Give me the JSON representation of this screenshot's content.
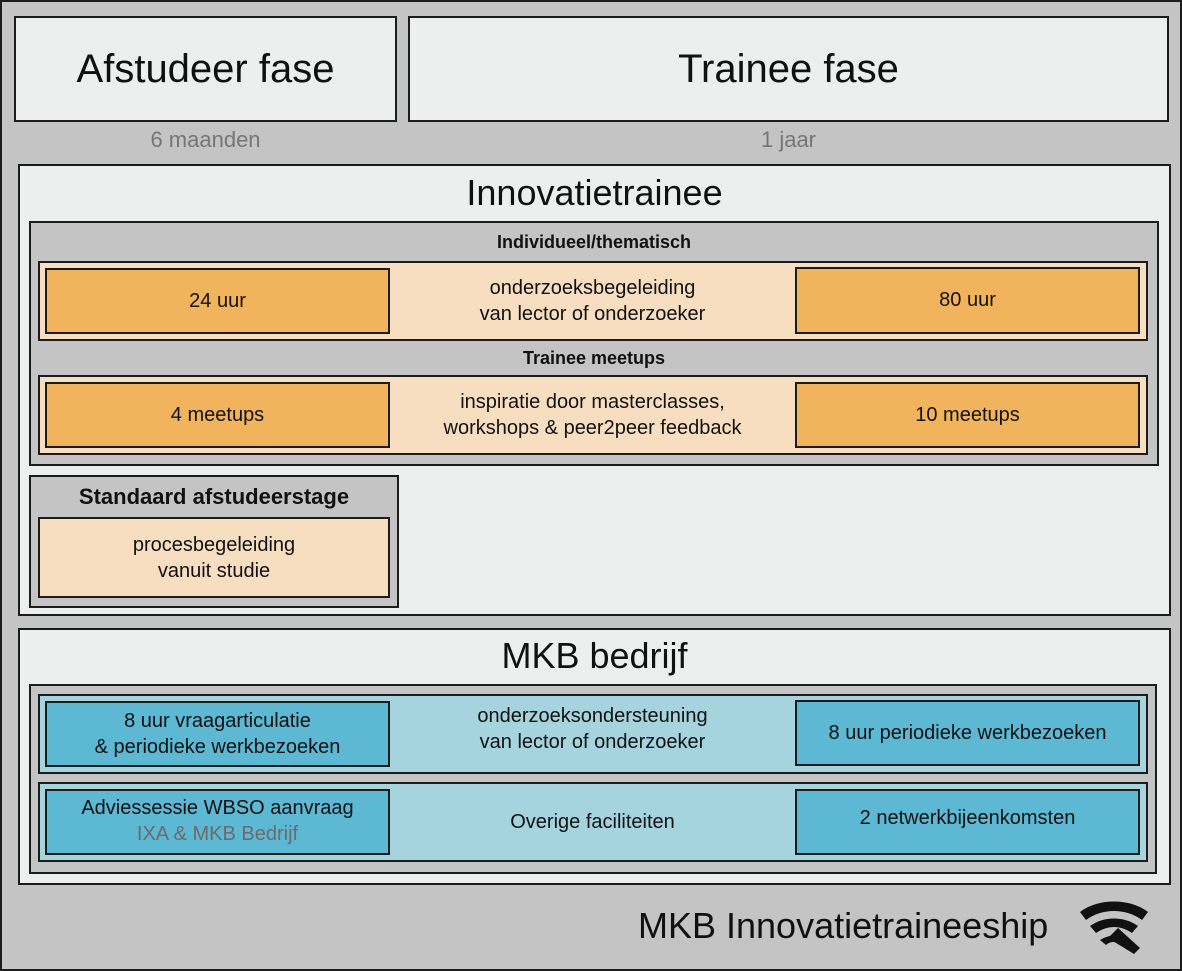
{
  "header": {
    "phase_left": "Afstudeer fase",
    "phase_right": "Trainee fase",
    "duration_left": "6 maanden",
    "duration_right": "1 jaar"
  },
  "innovatietrainee": {
    "title": "Innovatietrainee",
    "individual": {
      "title": "Individueel/thematisch",
      "left": "24 uur",
      "middle_line1": "onderzoeksbegeleiding",
      "middle_line2": "van lector of onderzoeker",
      "right": "80 uur"
    },
    "meetups": {
      "title": "Trainee meetups",
      "left": "4 meetups",
      "middle_line1": "inspiratie door masterclasses,",
      "middle_line2": "workshops  & peer2peer feedback",
      "right": "10 meetups"
    },
    "standard": {
      "title": "Standaard afstudeerstage",
      "line1": "procesbegeleiding",
      "line2": "vanuit studie"
    }
  },
  "mkb": {
    "title": "MKB bedrijf",
    "support": {
      "left_line1": "8 uur vraagarticulatie",
      "left_line2": "& periodieke werkbezoeken",
      "middle_line1": "onderzoeksondersteuning",
      "middle_line2": "van lector of onderzoeker",
      "right": "8 uur periodieke werkbezoeken"
    },
    "facilities": {
      "left_line1": "Adviessessie WBSO aanvraag",
      "left_line2": "IXA & MKB Bedrijf",
      "middle": "Overige faciliteiten",
      "right": "2 netwerkbijeenkomsten"
    }
  },
  "footer": {
    "title": "MKB Innovatietraineeship"
  },
  "colors": {
    "background": "#c4c4c4",
    "panel": "#edeeee",
    "orange_light": "#f7dec1",
    "orange": "#f1b45c",
    "blue_light": "#a5d4df",
    "blue": "#5cb8d3"
  },
  "icons": {
    "logo": "wifi-wave-logo-icon"
  }
}
